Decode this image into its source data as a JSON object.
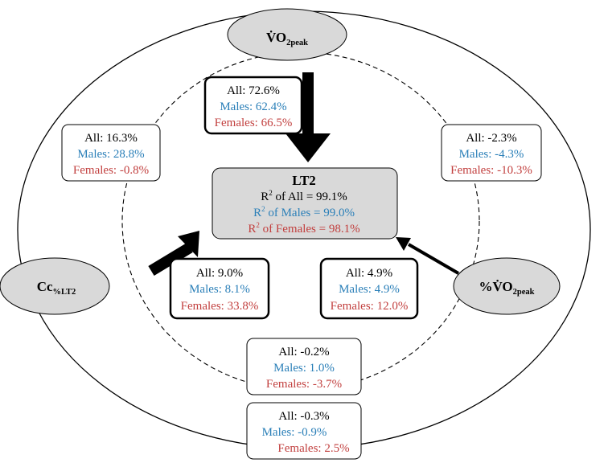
{
  "nodes": {
    "vo2peak": {
      "dot": "V̇",
      "main": "O",
      "sub": "2peak"
    },
    "cc": {
      "main": "Cc",
      "sub": "%LT2"
    },
    "pvo2": {
      "prefix": "%",
      "dot": "V̇",
      "main": "O",
      "sub": "2peak"
    }
  },
  "center": {
    "title": "LT2",
    "r2_all_prefix": "R",
    "r2_sup": "2",
    "r2_all_rest": " of All = 99.1%",
    "r2_males_prefix": "R",
    "r2_males_rest": " of Males = 99.0%",
    "r2_females_prefix": "R",
    "r2_females_rest": " of Females = 98.1%"
  },
  "labels": {
    "vo2_direct": {
      "all": "All: 72.6%",
      "males": "Males: 62.4%",
      "females": "Females: 66.5%"
    },
    "vo2_cc": {
      "all": "All: 16.3%",
      "males": "Males: 28.8%",
      "females": "Females: -0.8%"
    },
    "vo2_pvo2": {
      "all": "All: -2.3%",
      "males": "Males: -4.3%",
      "females": "Females: -10.3%"
    },
    "cc_direct": {
      "all": "All: 9.0%",
      "males": "Males: 8.1%",
      "females": "Females: 33.8%"
    },
    "pvo2_direct": {
      "all": "All: 4.9%",
      "males": "Males: 4.9%",
      "females": "Females: 12.0%"
    },
    "cc_pvo2_inner": {
      "all": "All: -0.2%",
      "males": "Males: 1.0%",
      "females": "Females: -3.7%"
    },
    "cc_pvo2_outer": {
      "all": "All: -0.3%",
      "males": "Males: -0.9%",
      "females": "Females: 2.5%"
    }
  },
  "colors": {
    "all": "#000000",
    "males": "#2a7fb8",
    "females": "#c2403f",
    "node_fill": "#d9d9d9"
  }
}
